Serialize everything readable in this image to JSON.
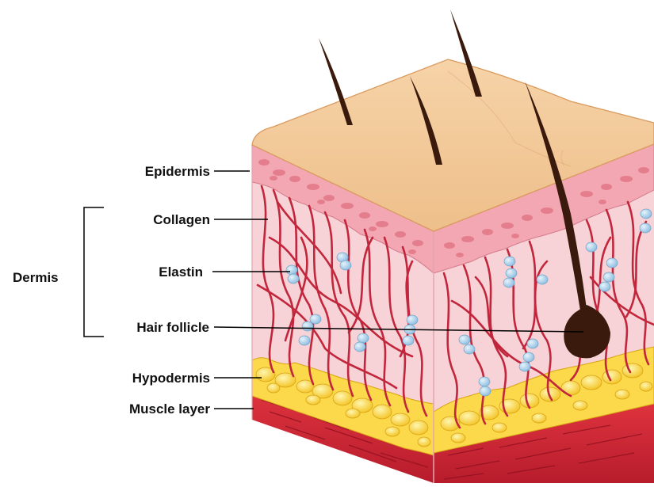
{
  "labels": {
    "epidermis": "Epidermis",
    "collagen": "Collagen",
    "elastin": "Elastin",
    "hair_follicle": "Hair follicle",
    "hypodermis": "Hypodermis",
    "muscle_layer": "Muscle layer",
    "dermis": "Dermis"
  },
  "colors": {
    "skin_surface": "#f2cc9c",
    "epidermis": "#f2a8b4",
    "dermis": "#f7d2d6",
    "fibers": "#c2263c",
    "elastin": "#a8cde8",
    "hypodermis": "#fce36a",
    "muscle": "#d5293a",
    "hair": "#3a1a0c"
  }
}
